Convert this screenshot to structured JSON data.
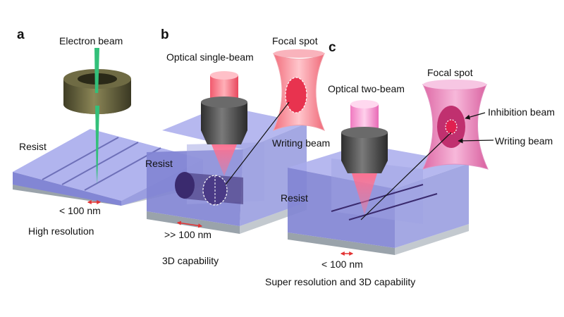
{
  "panels": [
    {
      "letter": "a",
      "labels": {
        "electron_beam": "Electron beam",
        "resist": "Resist",
        "dimension": "< 100 nm",
        "caption": "High resolution"
      }
    },
    {
      "letter": "b",
      "labels": {
        "focal_spot": "Focal spot",
        "optical_beam": "Optical single-beam",
        "writing_beam": "Writing beam",
        "resist": "Resist",
        "dimension": ">> 100 nm",
        "caption": "3D capability"
      }
    },
    {
      "letter": "c",
      "labels": {
        "focal_spot": "Focal spot",
        "optical_beam": "Optical two-beam",
        "inhibition_beam": "Inhibition beam",
        "writing_beam": "Writing beam",
        "resist": "Resist",
        "dimension": "< 100 nm",
        "caption": "Super resolution and 3D capability"
      }
    }
  ],
  "colors": {
    "resist": "#8f93d8",
    "substrate": "#b9c0c7",
    "lens": "#4a4a4a",
    "electron_lens": "#5c5a3a",
    "electron_beam": "#33c07a",
    "writing_laser": "#f04a7a",
    "inhibition_laser": "#d64a8c",
    "dimension_arrow": "#e33333",
    "written_feature": "#3a2a6e"
  }
}
